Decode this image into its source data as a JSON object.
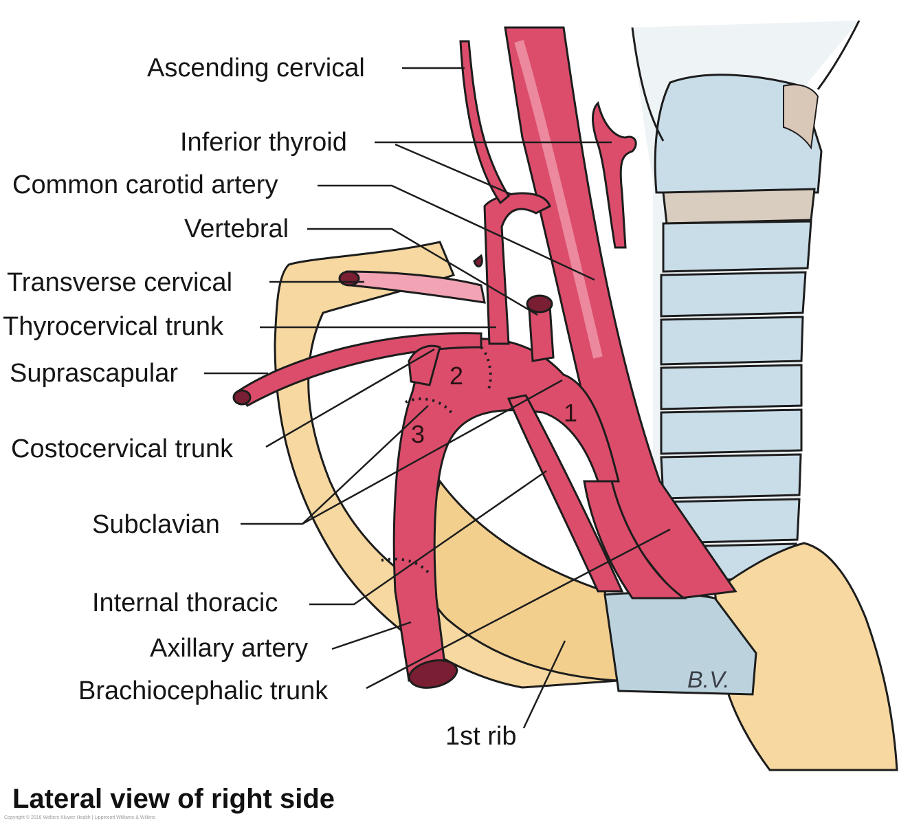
{
  "labels": {
    "ascending_cervical": "Ascending cervical",
    "inferior_thyroid": "Inferior thyroid",
    "common_carotid": "Common carotid artery",
    "vertebral": "Vertebral",
    "transverse_cervical": "Transverse cervical",
    "thyrocervical_trunk": "Thyrocervical trunk",
    "suprascapular": "Suprascapular",
    "costocervical_trunk": "Costocervical trunk",
    "subclavian": "Subclavian",
    "internal_thoracic": "Internal thoracic",
    "axillary_artery": "Axillary artery",
    "brachiocephalic_trunk": "Brachiocephalic trunk",
    "first_rib": "1st rib"
  },
  "part_numbers": {
    "one": "1",
    "two": "2",
    "three": "3"
  },
  "signature": "B.V.",
  "caption": "Lateral view of right side",
  "copyright": "Copyright © 2016 Wolters Kluwer Health | Lippincott Williams & Wilkins",
  "colors": {
    "artery": "#dc4d6b",
    "artery_highlight": "#f2a3b4",
    "cartilage": "#c9dde9",
    "bone": "#f6d8a0",
    "outline": "#1d1d1d"
  }
}
